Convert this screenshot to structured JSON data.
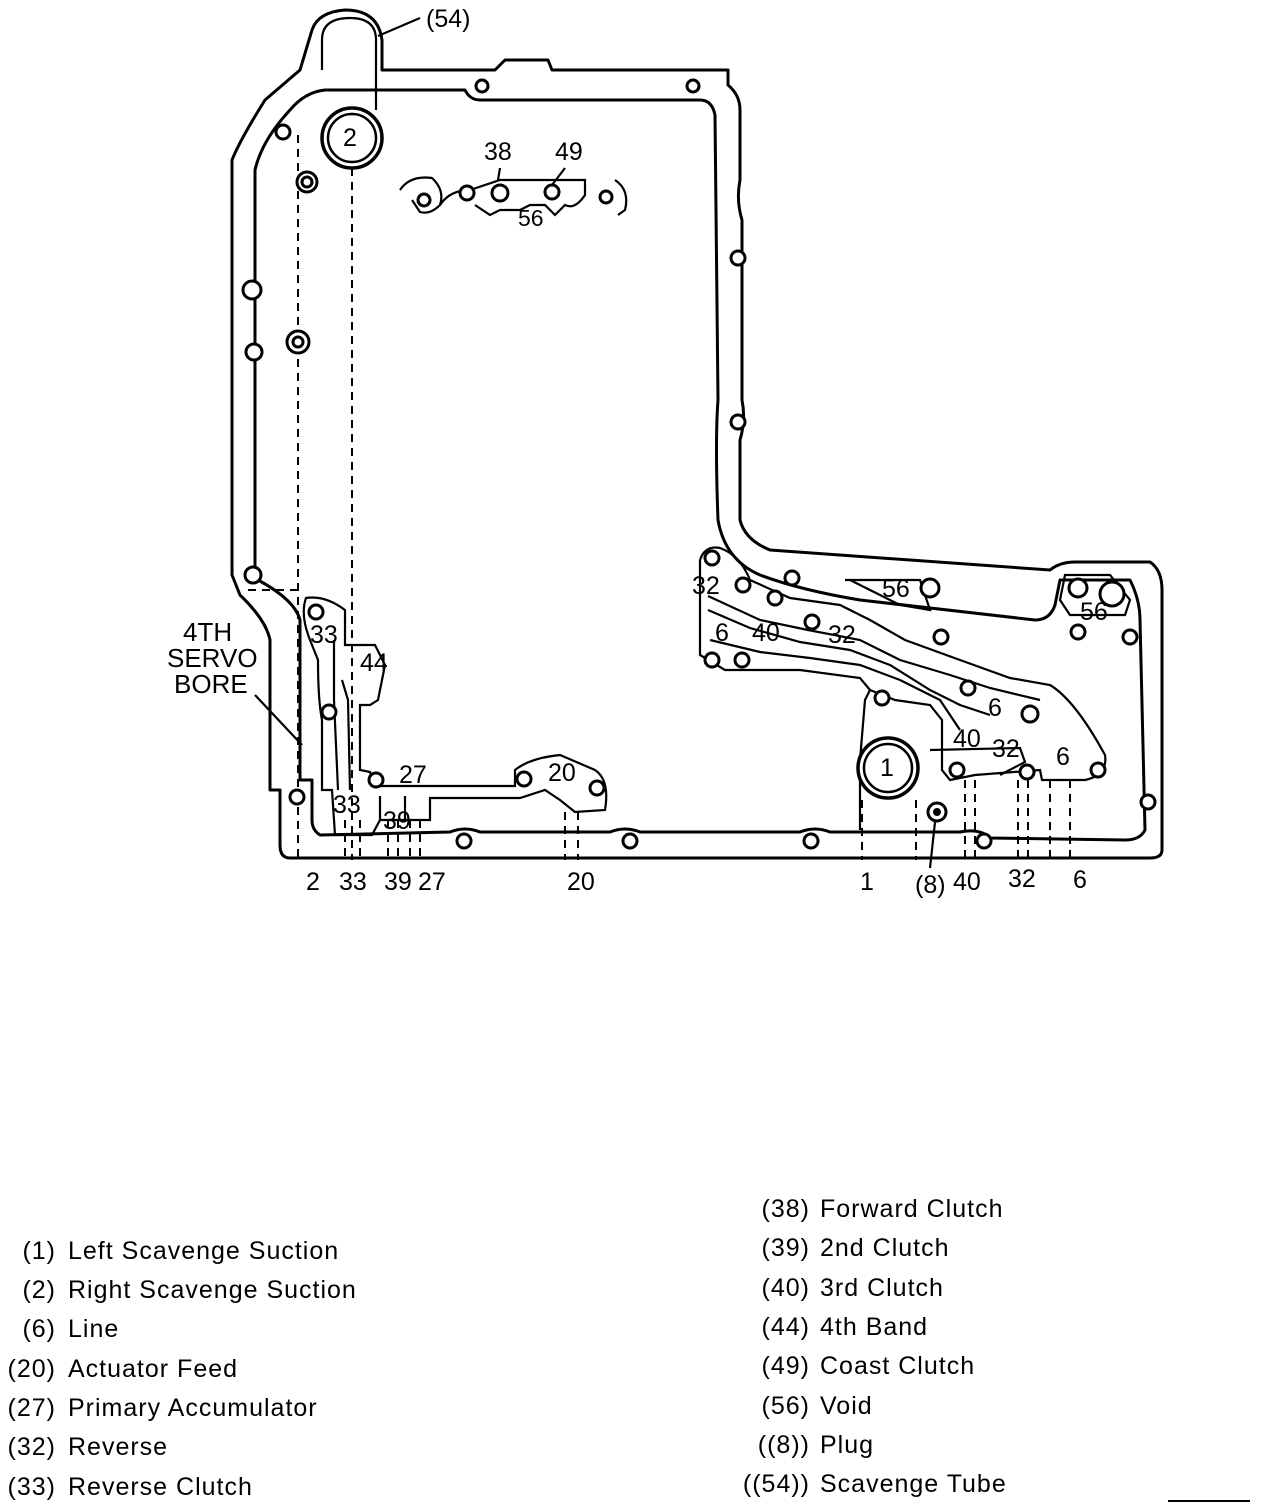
{
  "diagram": {
    "annotation_scavenge_tube": "(54)",
    "servo_bore_label": [
      "4TH",
      "SERVO",
      "BORE"
    ],
    "circle_labels": {
      "right_suction": "2",
      "left_suction": "1"
    },
    "inner_labels": {
      "top_38": "38",
      "top_49": "49",
      "top_56": "56",
      "left_33_upper": "33",
      "left_44": "44",
      "left_27": "27",
      "left_33_lower": "33",
      "left_39": "39",
      "left_20": "20",
      "right_32_a": "32",
      "right_56_a": "56",
      "right_56_b": "56",
      "right_6_a": "6",
      "right_40_a": "40",
      "right_32_b": "32",
      "right_6_b": "6",
      "right_40_b": "40",
      "right_32_c": "32",
      "right_6_c": "6"
    },
    "bottom_labels": {
      "b2": "2",
      "b33": "33",
      "b39": "39",
      "b27": "27",
      "b20": "20",
      "b1": "1",
      "b8": "(8)",
      "b40": "40",
      "b32": "32",
      "b6": "6"
    }
  },
  "legend_left": [
    {
      "code": "(1)",
      "label": "Left Scavenge Suction"
    },
    {
      "code": "(2)",
      "label": "Right Scavenge Suction"
    },
    {
      "code": "(6)",
      "label": "Line"
    },
    {
      "code": "(20)",
      "label": "Actuator Feed"
    },
    {
      "code": "(27)",
      "label": "Primary Accumulator"
    },
    {
      "code": "(32)",
      "label": "Reverse"
    },
    {
      "code": "(33)",
      "label": "Reverse Clutch"
    }
  ],
  "legend_right": [
    {
      "code": "(38)",
      "label": "Forward Clutch"
    },
    {
      "code": "(39)",
      "label": "2nd Clutch"
    },
    {
      "code": "(40)",
      "label": "3rd Clutch"
    },
    {
      "code": "(44)",
      "label": "4th Band"
    },
    {
      "code": "(49)",
      "label": "Coast Clutch"
    },
    {
      "code": "(56)",
      "label": "Void"
    },
    {
      "code": "((8))",
      "label": "Plug"
    },
    {
      "code": "((54))",
      "label": "Scavenge Tube"
    }
  ]
}
